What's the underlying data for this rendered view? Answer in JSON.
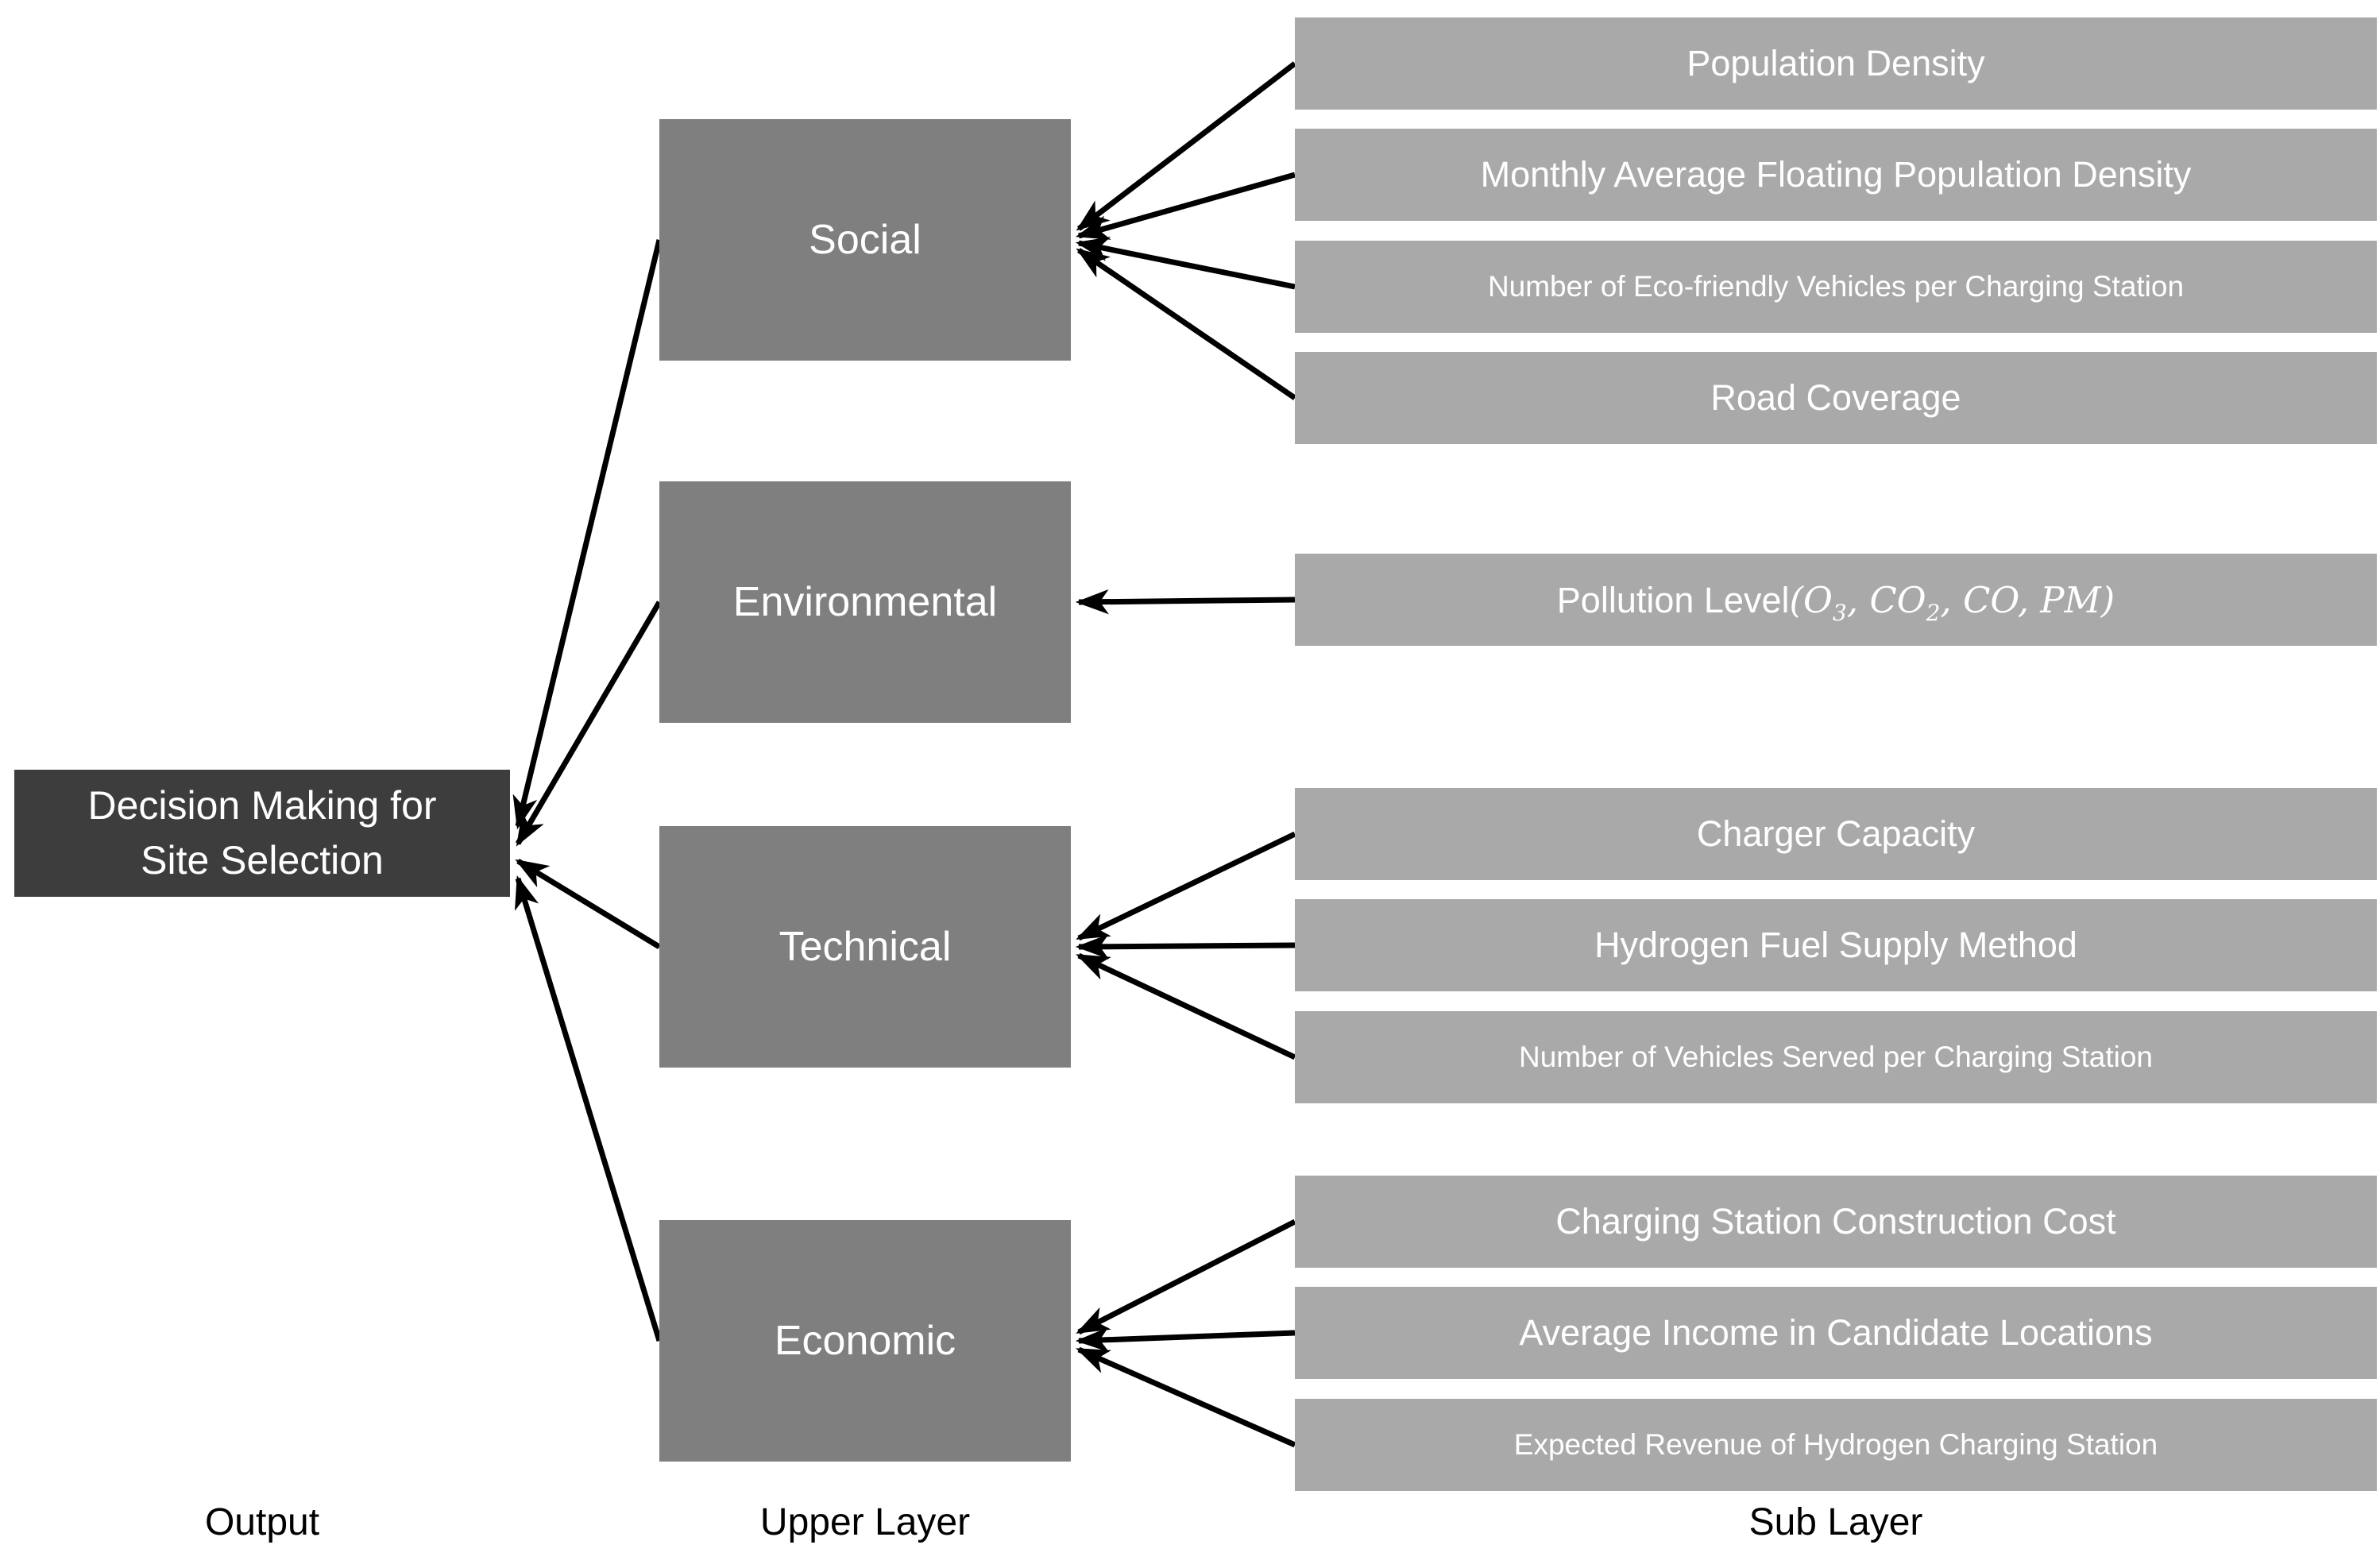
{
  "colors": {
    "output_box": "#3d3d3d",
    "upper_box": "#7f7f7f",
    "sub_bar": "#a9a9a9",
    "arrow": "#000000",
    "text_on_fill": "#ffffff",
    "label_text": "#000000"
  },
  "output": {
    "title_line1": "Decision Making for",
    "title_line2": "Site Selection"
  },
  "upper_layer": {
    "boxes": [
      {
        "label": "Social"
      },
      {
        "label": "Environmental"
      },
      {
        "label": "Technical"
      },
      {
        "label": "Economic"
      }
    ]
  },
  "sub_layer": {
    "groups": [
      {
        "parent": "Social",
        "items": [
          {
            "text": "Population Density"
          },
          {
            "text": "Monthly Average Floating Population Density"
          },
          {
            "text": "Number of Eco-friendly Vehicles per Charging Station"
          },
          {
            "text": "Road Coverage"
          }
        ]
      },
      {
        "parent": "Environmental",
        "items": [
          {
            "rich": {
              "prefix": "Pollution Level",
              "open": "(",
              "terms": [
                {
                  "base": "O",
                  "sub": "3"
                },
                {
                  "base": "CO",
                  "sub": "2"
                },
                {
                  "base": "CO"
                },
                {
                  "base": "PM"
                }
              ],
              "sep": ", ",
              "close": ")"
            }
          }
        ]
      },
      {
        "parent": "Technical",
        "items": [
          {
            "text": "Charger Capacity"
          },
          {
            "text": "Hydrogen Fuel Supply Method"
          },
          {
            "text": "Number of Vehicles Served per Charging Station"
          }
        ]
      },
      {
        "parent": "Economic",
        "items": [
          {
            "text": "Charging Station Construction Cost"
          },
          {
            "text": "Average Income in Candidate Locations"
          },
          {
            "text": "Expected Revenue of Hydrogen Charging Station"
          }
        ]
      }
    ]
  },
  "column_labels": {
    "output": "Output",
    "upper": "Upper Layer",
    "sub": "Sub Layer"
  }
}
